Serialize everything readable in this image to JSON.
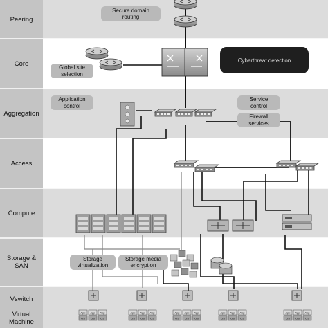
{
  "tiers": [
    {
      "id": "peering",
      "label": "Peering"
    },
    {
      "id": "core",
      "label": "Core"
    },
    {
      "id": "aggregation",
      "label": "Aggregation"
    },
    {
      "id": "access",
      "label": "Access"
    },
    {
      "id": "compute",
      "label": "Compute"
    },
    {
      "id": "storage",
      "label": "Storage &\nSAN"
    },
    {
      "id": "vswitch",
      "label": "Vswitch"
    },
    {
      "id": "vm",
      "label": "Virtual\nMachine"
    }
  ],
  "annotations": {
    "secure_domain_routing": "Secure domain\nrouting",
    "global_site_selection": "Global site\nselection",
    "cyberthreat_detection": "Cyberthreat detection",
    "application_control": "Application\ncontrol",
    "service_control": "Service\ncontrol",
    "firewall_services": "Firewall\nservices",
    "storage_virtualization": "Storage\nvirtualization",
    "storage_media_encryption": "Storage media\nencryption"
  },
  "vm_app_label": "App",
  "vm_os_label": "OS",
  "colors": {
    "band_gray": "#dcdcdc",
    "band_white": "#ffffff",
    "label_column": "#c4c4c4",
    "device_fill": "#a0a0a0",
    "pill_fill": "#b9b9b9",
    "dark_pill": "#1f1f1f"
  }
}
